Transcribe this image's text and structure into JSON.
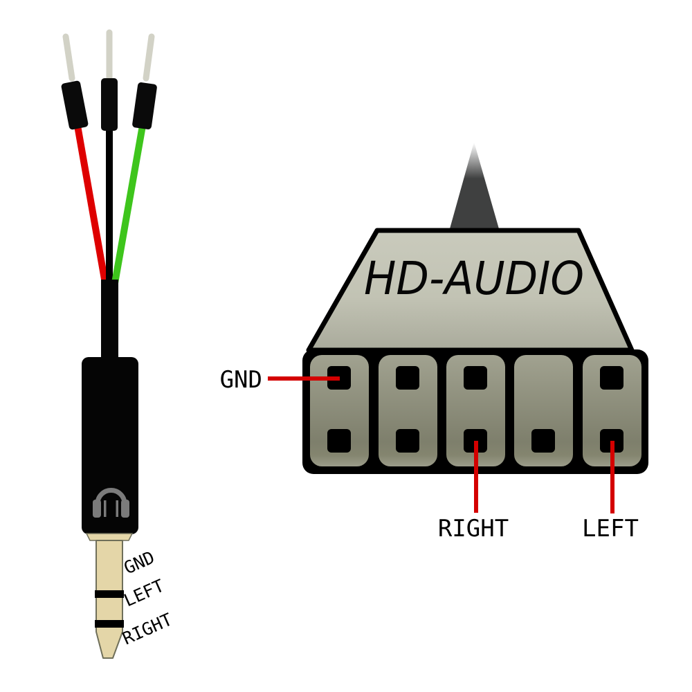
{
  "plug": {
    "segment_labels": {
      "top": "GND",
      "middle": "LEFT",
      "tip": "RIGHT"
    },
    "wire_colors": {
      "red": "#de0000",
      "black": "#000000",
      "green": "#3ec51c"
    },
    "metal_color": "#e4d6a8",
    "metal_outline": "#6f6f5a",
    "pin_color": "#d2d2c6",
    "sleeve_color": "#0a0a0a",
    "icon_color": "#7b7b7b"
  },
  "connector": {
    "title": "HD-AUDIO",
    "pin_labels": {
      "gnd": "GND",
      "right": "RIGHT",
      "left": "LEFT"
    },
    "pointer_color": "#d40000",
    "slot_count": 5,
    "key_slot_without_top_pin": 4,
    "body_color_top": "#c9cabc",
    "body_color_bottom": "#a9aa9b",
    "slot_color_light": "#a1a290",
    "slot_color_dark": "#7e7f6c",
    "cable_color": "#3f4040"
  }
}
